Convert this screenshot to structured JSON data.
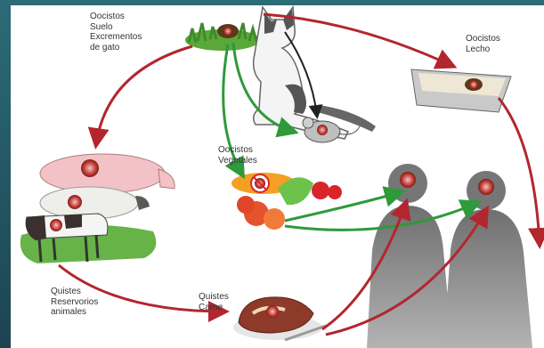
{
  "labels": {
    "top": "Oocistos\nSuelo\nExcrementos\nde gato",
    "litter": "Oocistos\nLecho",
    "veg": "Oocistos\nVegetales",
    "reservoir": "Quistes\nReservorios\nanimales",
    "meat": "Quistes\nCarne"
  },
  "colors": {
    "arrow_red": "#b3262d",
    "arrow_green": "#2e9a3a",
    "arrow_black": "#222222",
    "parasite_red": "#c0392b",
    "human_silhouette": "#7f7f7f",
    "background_frame": "#24586a"
  },
  "icons": {
    "cat": "cat-icon",
    "mouse": "mouse-icon",
    "pig": "pig-icon",
    "sheep": "sheep-icon",
    "cow": "cow-icon",
    "litter_box": "litter-box-icon",
    "vegetables": "vegetables-icon",
    "meat": "meat-icon",
    "humans": "human-silhouette-icon"
  }
}
